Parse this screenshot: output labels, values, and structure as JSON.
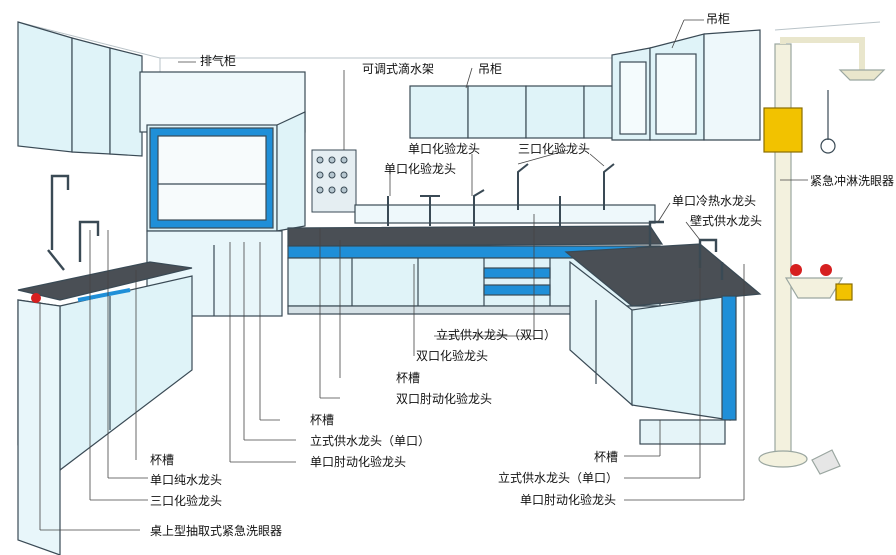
{
  "labels": {
    "fume_hood": "排气柜",
    "drip_rack": "可调式滴水架",
    "wall_cabinet_mid": "吊柜",
    "wall_cabinet_right": "吊柜",
    "single_faucet_a": "单口化验龙头",
    "triple_faucet_top": "三口化验龙头",
    "single_faucet_b": "单口化验龙头",
    "hot_cold_faucet": "单口冷热水龙头",
    "wall_faucet": "壁式供水龙头",
    "emergency_shower": "紧急冲淋洗眼器",
    "vertical_faucet_double": "立式供水龙头（双口）",
    "double_faucet": "双口化验龙头",
    "cup_sink_mid": "杯槽",
    "double_elbow_faucet": "双口肘动化验龙头",
    "cup_sink_left": "杯槽",
    "vertical_faucet_single_left": "立式供水龙头（单口）",
    "elbow_faucet_single_left": "单口肘动化验龙头",
    "cup_sink_bottom_left": "杯槽",
    "pure_water_faucet": "单口纯水龙头",
    "triple_faucet_bottom": "三口化验龙头",
    "desktop_eyewash": "桌上型抽取式紧急洗眼器",
    "cup_sink_right": "杯槽",
    "vertical_faucet_single_right": "立式供水龙头（单口）",
    "elbow_faucet_single_right": "单口肘动化验龙头"
  },
  "colors": {
    "panel_blue": "#dff3f8",
    "accent_blue": "#1f8fd8",
    "countertop": "#4a4f55",
    "outline": "#3a4a55",
    "sign_yellow": "#f2c200",
    "eyewash_red": "#d62020"
  }
}
